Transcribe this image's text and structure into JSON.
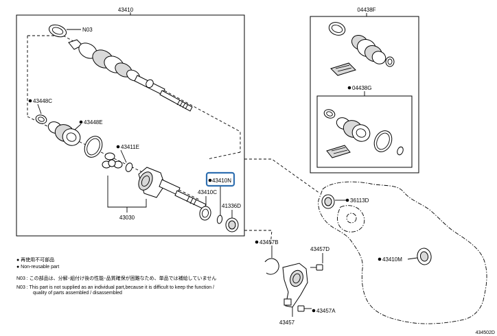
{
  "labels": {
    "main_assembly": "43410",
    "boot_kit_outer": "04438F",
    "boot_kit_inner": "04438G",
    "n03": "N03",
    "c43448c": "43448C",
    "c43448e": "43448E",
    "c43411e": "43411E",
    "c43030": "43030",
    "c43410n": "43410N",
    "c43410c": "43410C",
    "c41336d": "41336D",
    "c36113d": "36113D",
    "c43410m": "43410M",
    "c43457b": "43457B",
    "c43457d": "43457D",
    "c43457a": "43457A",
    "c43457": "43457",
    "diagram_id": "434502D"
  },
  "legend": {
    "line1": "● 再使用不可部品",
    "line2": "● Non-reusable part"
  },
  "notes": {
    "ja": "N03 : この部品は、分解･組付け後の性能･品質確保が困難なため、単品では補給していません",
    "en1": "N03 : This part is not supplied as an individual part,because it is difficult to keep the function /",
    "en2": "quality of parts assembled / disassembled"
  },
  "highlight": {
    "part": "43410N",
    "color": "#2f6fb0"
  }
}
